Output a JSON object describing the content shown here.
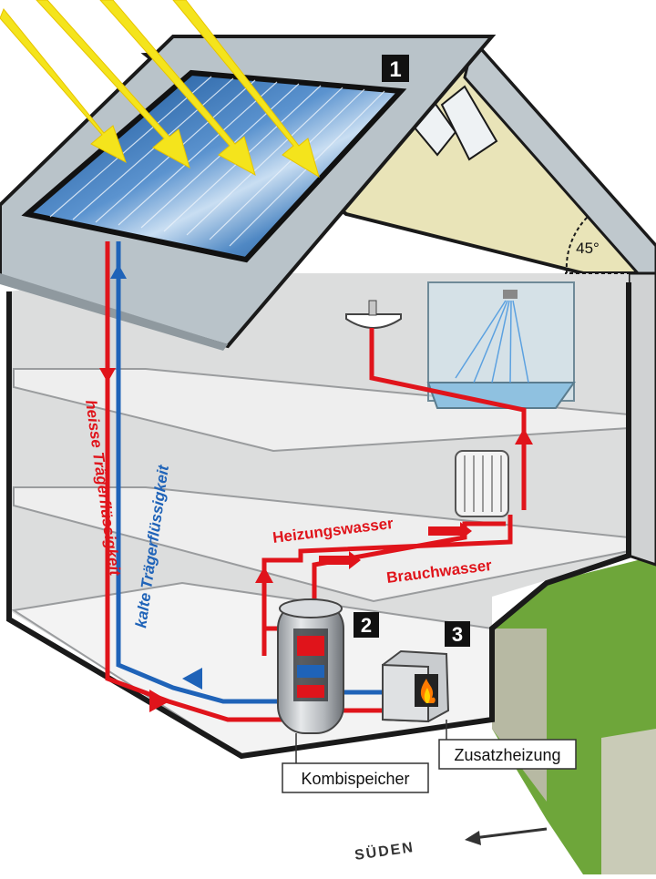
{
  "badges": {
    "collector": "1",
    "storage": "2",
    "auxiliary": "3"
  },
  "labels": {
    "hot_fluid": "heisse Trägerflüssigkeit",
    "cold_fluid": "kalte Trägerflüssigkeit",
    "heating_water": "Heizungswasser",
    "service_water": "Brauchwasser",
    "combi_storage": "Kombispeicher",
    "aux_heating": "Zusatzheizung",
    "angle": "45°",
    "south": "SÜDEN"
  },
  "colors": {
    "hot_pipe": "#e0141b",
    "cold_pipe": "#1f63b8",
    "sun_ray": "#f7e81a",
    "panel_blue": "#1e63ad",
    "wall_gray": "#d9dadb",
    "gable_yellow": "#e9e4b8",
    "roof_gray": "#b9c3c9",
    "grass_green": "#6ea63a"
  }
}
